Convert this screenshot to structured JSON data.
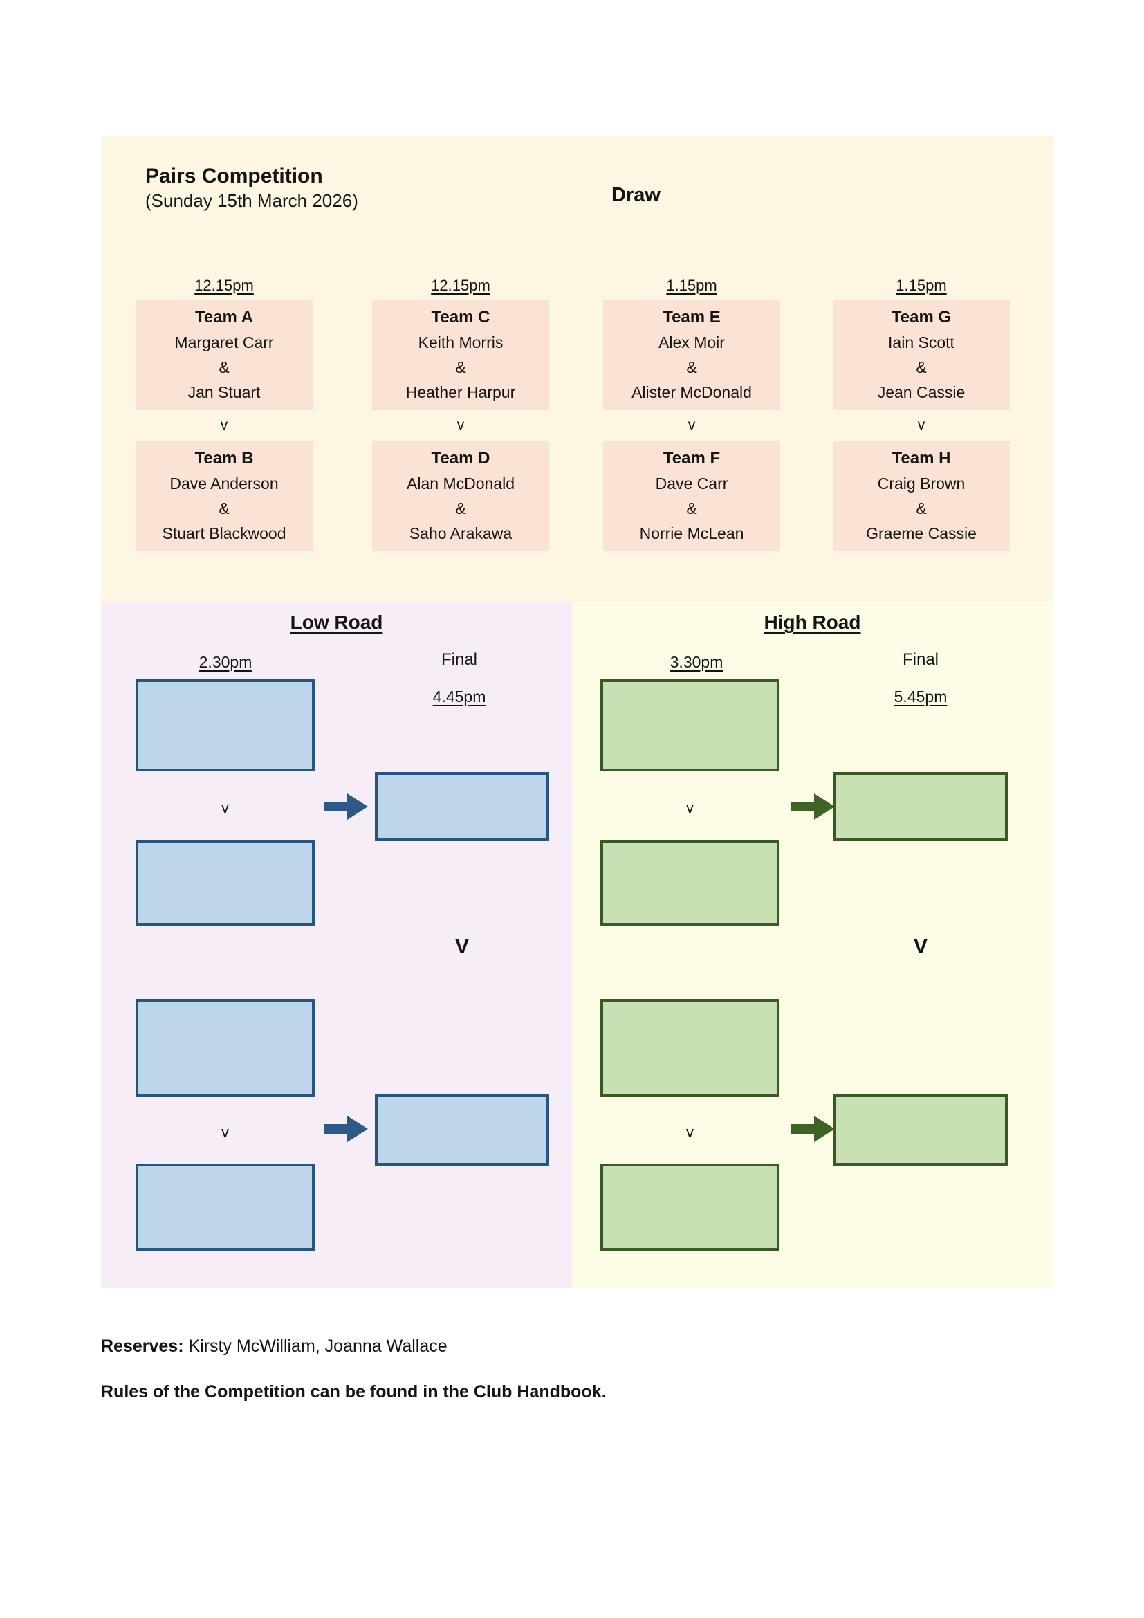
{
  "header": {
    "title": "Pairs Competition",
    "subtitle": "(Sunday 15th March 2026)",
    "draw_heading": "Draw"
  },
  "matches": [
    {
      "time": "12.15pm",
      "team1": {
        "label": "Team A",
        "player1": "Margaret Carr",
        "joiner": "&",
        "player2": "Jan Stuart"
      },
      "versus": "v",
      "team2": {
        "label": "Team B",
        "player1": "Dave Anderson",
        "joiner": "&",
        "player2": "Stuart Blackwood"
      }
    },
    {
      "time": "12.15pm",
      "team1": {
        "label": "Team C",
        "player1": "Keith Morris",
        "joiner": "&",
        "player2": "Heather Harpur"
      },
      "versus": "v",
      "team2": {
        "label": "Team D",
        "player1": "Alan McDonald",
        "joiner": "&",
        "player2": "Saho Arakawa"
      }
    },
    {
      "time": "1.15pm",
      "team1": {
        "label": "Team E",
        "player1": "Alex Moir",
        "joiner": "&",
        "player2": "Alister McDonald"
      },
      "versus": "v",
      "team2": {
        "label": "Team F",
        "player1": "Dave Carr",
        "joiner": "&",
        "player2": "Norrie McLean"
      }
    },
    {
      "time": "1.15pm",
      "team1": {
        "label": "Team G",
        "player1": "Iain Scott",
        "joiner": "&",
        "player2": "Jean Cassie"
      },
      "versus": "v",
      "team2": {
        "label": "Team H",
        "player1": "Craig Brown",
        "joiner": "&",
        "player2": "Graeme Cassie"
      }
    }
  ],
  "low_road": {
    "title": "Low Road",
    "semi_time": "2.30pm",
    "final_label": "Final",
    "final_time": "4.45pm",
    "versus_small": "v",
    "versus_big": "V"
  },
  "high_road": {
    "title": "High Road",
    "semi_time": "3.30pm",
    "final_label": "Final",
    "final_time": "5.45pm",
    "versus_small": "v",
    "versus_big": "V"
  },
  "footer": {
    "reserves_label": "Reserves:",
    "reserves_names": " Kirsty McWilliam, Joanna Wallace",
    "rules": "Rules of the Competition can be found in the Club Handbook."
  },
  "colors": {
    "cream": "#FCF6E3",
    "peach": "#FAE3D4",
    "lavender": "#F7EDF6",
    "pale_yellow": "#FDFDE7",
    "blue_fill": "#BDD6EC",
    "blue_border": "#27557E",
    "blue_arrow": "#2C5A88",
    "green_fill": "#C7E0B4",
    "green_border": "#3B5A23",
    "green_arrow": "#3E6324",
    "ink": "#141414"
  }
}
